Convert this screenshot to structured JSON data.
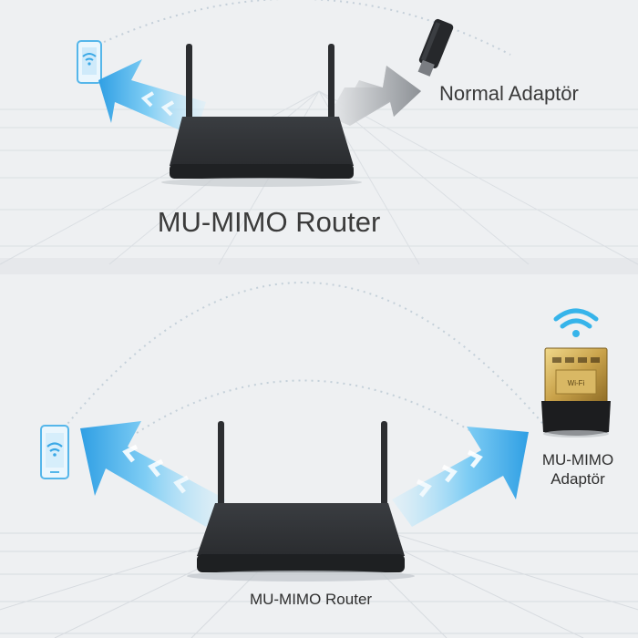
{
  "top": {
    "router_label": "MU-MIMO Router",
    "adapter_label": "Normal Adaptör"
  },
  "bottom": {
    "router_label": "MU-MIMO Router",
    "adapter_label_line1": "MU-MIMO",
    "adapter_label_line2": "Adaptör",
    "chip_text": "Wi-Fi"
  },
  "colors": {
    "background": "#eef0f2",
    "router": "#2b2d30",
    "signal_blue": "#3aa8e6",
    "gray_arrow": "#9ea2a6",
    "adapter_gold": "#c8a24a"
  }
}
